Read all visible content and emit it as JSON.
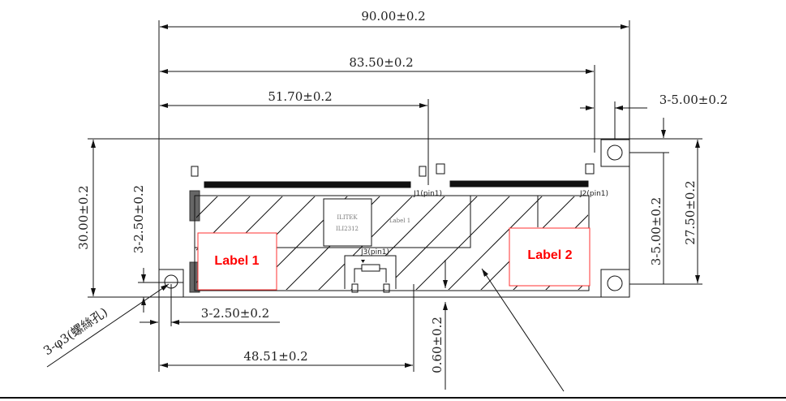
{
  "dimensions": {
    "overall_width": "90.00±0.2",
    "hole_span": "83.50±0.2",
    "j1_offset": "51.70±0.2",
    "hole_offset_right": "3-5.00±0.2",
    "overall_height": "30.00±0.2",
    "hole_offset_left_v": "3-2.50±0.2",
    "hole_offset_right_v": "3-5.00±0.2",
    "hole_vspan": "27.50±0.2",
    "hole_offset_left_h": "3-2.50±0.2",
    "j3_offset": "48.51±0.2",
    "j3_gap": "0.60±0.2",
    "screw_holes": "3-φ3(螺絲孔)"
  },
  "connectors": {
    "j1": "J1(pin1)",
    "j2": "J2(pin1)",
    "j3": "J3(pin1)"
  },
  "chip": {
    "line1": "ILITEK",
    "line2": "ILI2312",
    "side_text": "Label 1"
  },
  "labels": {
    "label1": "Label 1",
    "label2": "Label 2"
  },
  "colors": {
    "label": "#ff0000",
    "line": "#111111"
  }
}
